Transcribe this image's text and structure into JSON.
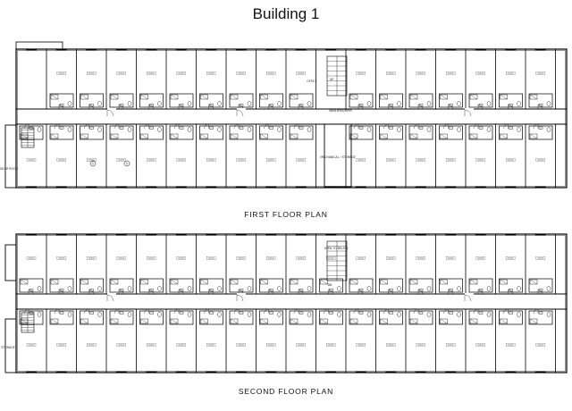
{
  "page": {
    "title": "Building 1"
  },
  "floors": [
    {
      "id": "first",
      "label": "FIRST FLOOR PLAN",
      "room_labels": [
        "OFFICE",
        "MECHANICAL / STORAGE",
        "WASHER/DRYER",
        "BOILER ROOM",
        "UP"
      ]
    },
    {
      "id": "second",
      "label": "SECOND FLOOR PLAN",
      "room_labels": [
        "OPEN TO BELOW",
        "STORAGE",
        "DN"
      ]
    }
  ],
  "colors": {
    "line": "#000000",
    "background": "#ffffff"
  }
}
